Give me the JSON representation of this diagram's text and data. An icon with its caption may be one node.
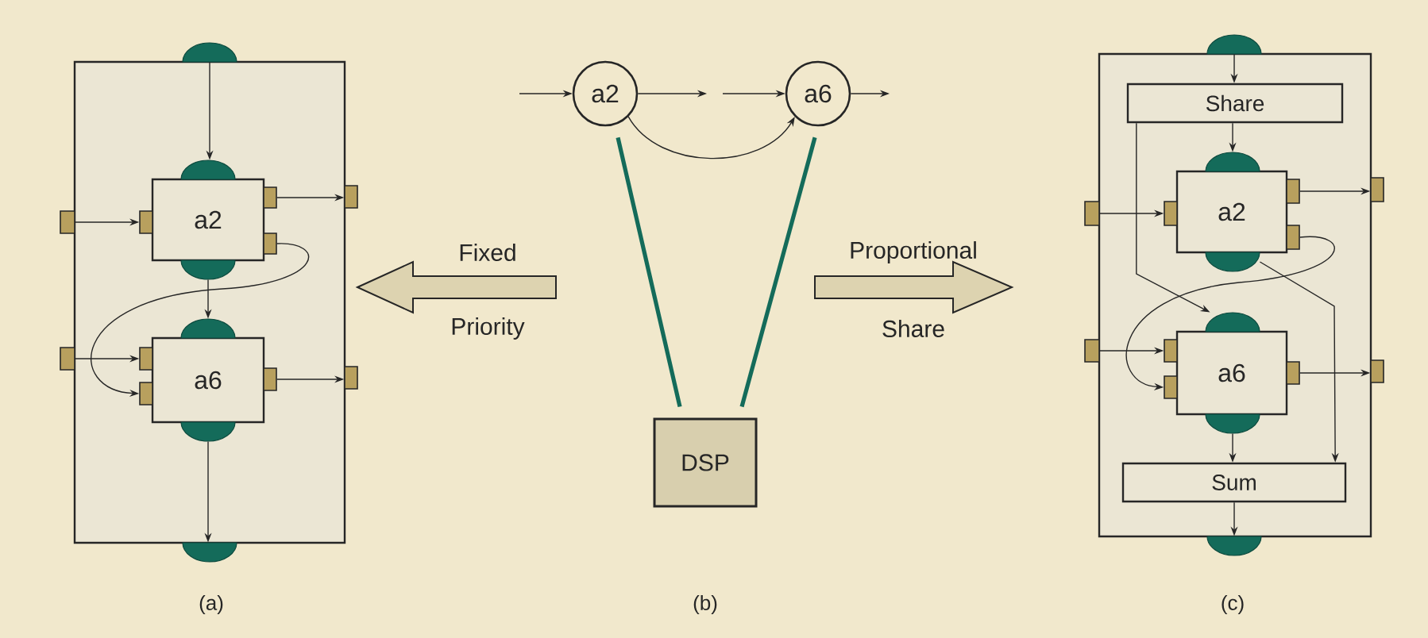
{
  "diagram": {
    "nodes": [
      {
        "text": [],
        "shape": "box"
      },
      {
        "text": [],
        "shape": "semicircle"
      },
      {
        "text": [
          "a2"
        ],
        "in": 0
      },
      {
        "text": [],
        "shape": "semicircle",
        "in": 0
      },
      {
        "text": [],
        "shape": "semicircle",
        "in": 0
      },
      {
        "text": [],
        "shape": "box"
      },
      {
        "text": [],
        "shape": "box",
        "in": 0
      },
      {
        "text": [],
        "shape": "box",
        "in": 0
      },
      {
        "text": [],
        "shape": "box",
        "in": 0
      },
      {
        "text": [],
        "shape": "box"
      },
      {
        "text": [
          "a6"
        ],
        "in": 0
      },
      {
        "text": [],
        "shape": "semicircle",
        "in": 0
      },
      {
        "text": [],
        "shape": "semicircle",
        "in": 0
      },
      {
        "text": [],
        "shape": "box"
      },
      {
        "text": [],
        "shape": "box",
        "in": 0
      },
      {
        "text": [],
        "shape": "box",
        "in": 0
      },
      {
        "text": [],
        "shape": "box",
        "in": 0
      },
      {
        "text": [],
        "shape": "box"
      },
      {
        "text": [],
        "shape": "semicircle"
      },
      {
        "text": [
          "Fixed",
          "Priority"
        ]
      },
      {
        "text": [
          "a2"
        ]
      },
      {
        "text": [
          "a6"
        ]
      },
      {
        "text": [
          "DSP"
        ]
      },
      {
        "text": [
          "Proportional",
          "Share"
        ]
      },
      {
        "text": [],
        "shape": "box"
      },
      {
        "text": [],
        "shape": "semicircle"
      },
      {
        "text": [
          "Share"
        ],
        "in": 24
      },
      {
        "text": [
          "a2"
        ],
        "in": 24
      },
      {
        "text": [],
        "shape": "semicircle",
        "in": 24
      },
      {
        "text": [],
        "shape": "semicircle",
        "in": 24
      },
      {
        "text": [],
        "shape": "box"
      },
      {
        "text": [],
        "shape": "box",
        "in": 24
      },
      {
        "text": [],
        "shape": "box",
        "in": 24
      },
      {
        "text": [],
        "shape": "box",
        "in": 24
      },
      {
        "text": [],
        "shape": "box"
      },
      {
        "text": [
          "a6"
        ],
        "in": 24
      },
      {
        "text": [],
        "shape": "semicircle",
        "in": 24
      },
      {
        "text": [],
        "shape": "semicircle",
        "in": 24
      },
      {
        "text": [],
        "shape": "box"
      },
      {
        "text": [],
        "shape": "box",
        "in": 24
      },
      {
        "text": [],
        "shape": "box",
        "in": 24
      },
      {
        "text": [],
        "shape": "box",
        "in": 24
      },
      {
        "text": [],
        "shape": "box"
      },
      {
        "text": [
          "Sum"
        ],
        "in": 24
      },
      {
        "text": [],
        "shape": "semicircle"
      }
    ],
    "edges": [
      {
        "from": 1,
        "to": 3,
        "arrow": "to"
      },
      {
        "from": 4,
        "to": 11,
        "arrow": "to"
      },
      {
        "from": 12,
        "to": 18,
        "arrow": "to"
      },
      {
        "from": 5,
        "to": 6,
        "arrow": "to"
      },
      {
        "from": 7,
        "to": 9,
        "arrow": "to"
      },
      {
        "from": 8,
        "to": 15,
        "arrow": "to"
      },
      {
        "from": 13,
        "to": 14,
        "arrow": "to"
      },
      {
        "from": 16,
        "to": 17,
        "arrow": "to"
      },
      {
        "from": null,
        "to": 20,
        "arrow": "to"
      },
      {
        "from": 20,
        "to": null,
        "arrow": "to"
      },
      {
        "from": null,
        "to": 21,
        "arrow": "to"
      },
      {
        "from": 21,
        "to": null,
        "arrow": "to"
      },
      {
        "from": 20,
        "to": 21,
        "arrow": "to"
      },
      {
        "from": 20,
        "to": 22,
        "arrow": "none",
        "style": "thick",
        "color": "#146b5a"
      },
      {
        "from": 21,
        "to": 22,
        "arrow": "none",
        "style": "thick",
        "color": "#146b5a"
      },
      {
        "from": 25,
        "to": 26,
        "arrow": "to"
      },
      {
        "from": 26,
        "to": 28,
        "arrow": "to"
      },
      {
        "from": 26,
        "to": 36,
        "arrow": "to"
      },
      {
        "from": 29,
        "to": 43,
        "arrow": "to"
      },
      {
        "from": 30,
        "to": 31,
        "arrow": "to"
      },
      {
        "from": 32,
        "to": 34,
        "arrow": "to"
      },
      {
        "from": 33,
        "to": 40,
        "arrow": "to"
      },
      {
        "from": 38,
        "to": 39,
        "arrow": "to"
      },
      {
        "from": 41,
        "to": 42,
        "arrow": "to"
      },
      {
        "from": 37,
        "to": 43,
        "arrow": "to"
      },
      {
        "from": 43,
        "to": 44,
        "arrow": "to"
      }
    ],
    "labels": [
      "(a)",
      "(b)",
      "(c)"
    ]
  }
}
